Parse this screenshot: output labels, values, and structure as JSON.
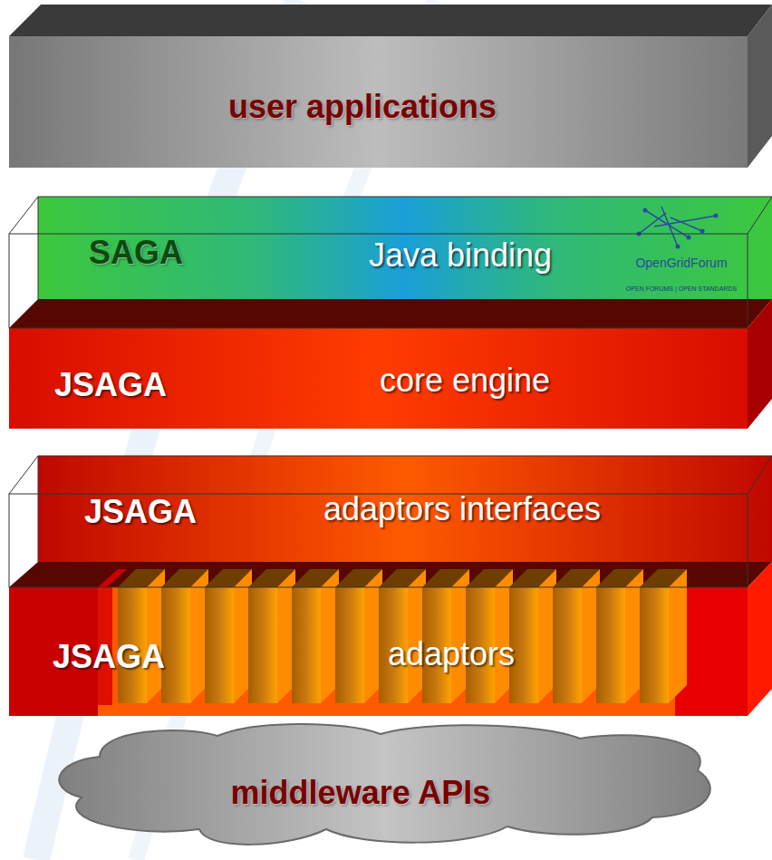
{
  "diagram": {
    "nodes": [
      {
        "text": [
          "user applications"
        ]
      },
      {
        "text": [
          "SAGA",
          "Java binding"
        ]
      },
      {
        "text": [
          "JSAGA",
          "core engine"
        ]
      },
      {
        "text": [
          "JSAGA",
          "adaptors interfaces"
        ]
      },
      {
        "text": [
          "JSAGA",
          "adaptors"
        ]
      },
      {
        "text": [
          "middleware APIs"
        ]
      }
    ],
    "labels": [
      "OpenGridForum",
      "OPEN FORUMS | OPEN STANDARDS"
    ]
  }
}
